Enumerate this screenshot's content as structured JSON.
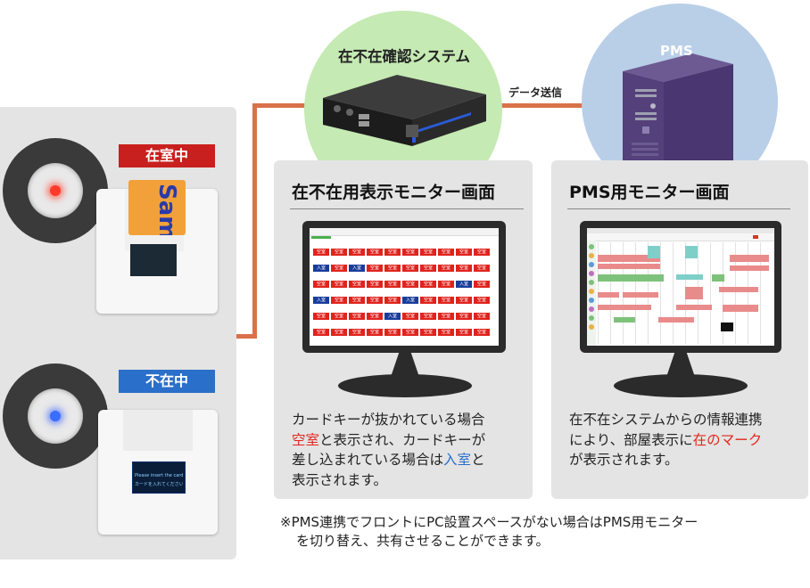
{
  "system_label": "在不在確認システム",
  "pms_label": "PMS",
  "data_send_label": "データ送信",
  "status_occupied": "在室中",
  "status_absent": "不在中",
  "card_text": "Sam",
  "reader_screen_line1": "Please insert the card",
  "reader_screen_line2": "カードを入れてください",
  "panel_left": {
    "title": "在不在用表示モニター画面",
    "desc_lines": [
      [
        {
          "t": "カードキーが抜かれている場合",
          "c": ""
        }
      ],
      [
        {
          "t": "空室",
          "c": "red"
        },
        {
          "t": "と表示され、カードキーが",
          "c": ""
        }
      ],
      [
        {
          "t": "差し込まれている場合は",
          "c": ""
        },
        {
          "t": "入室",
          "c": "blue"
        },
        {
          "t": "と",
          "c": ""
        }
      ],
      [
        {
          "t": "表示されます。",
          "c": ""
        }
      ]
    ],
    "cell_vacant": "空室",
    "cell_entered": "入室"
  },
  "panel_right": {
    "title": "PMS用モニター画面",
    "desc_lines": [
      [
        {
          "t": "在不在システムからの情報連携",
          "c": ""
        }
      ],
      [
        {
          "t": "により、部屋表示に",
          "c": ""
        },
        {
          "t": "在のマーク",
          "c": "red"
        }
      ],
      [
        {
          "t": "が表示されます。",
          "c": ""
        }
      ]
    ]
  },
  "note_line1": "※PMS連携でフロントにPC設置スペースがない場合はPMS用モニター",
  "note_line2": "を切り替え、共有させることができます。",
  "colors": {
    "connector": "#d9714a",
    "system_circle": "#c5eab3",
    "pms_circle": "#b9cfe8",
    "occupied_badge": "#c8201e",
    "absent_badge": "#2a6fc9",
    "vacant_cell": "#e0231d",
    "entered_cell": "#1a3d9a",
    "pms_green": "#7dc27a",
    "pms_pink": "#e98b8b",
    "pms_teal": "#7fcfc9"
  },
  "icons": [
    "red-led-icon",
    "blue-led-icon",
    "mini-pc-icon",
    "server-tower-icon",
    "monitor-icon"
  ]
}
